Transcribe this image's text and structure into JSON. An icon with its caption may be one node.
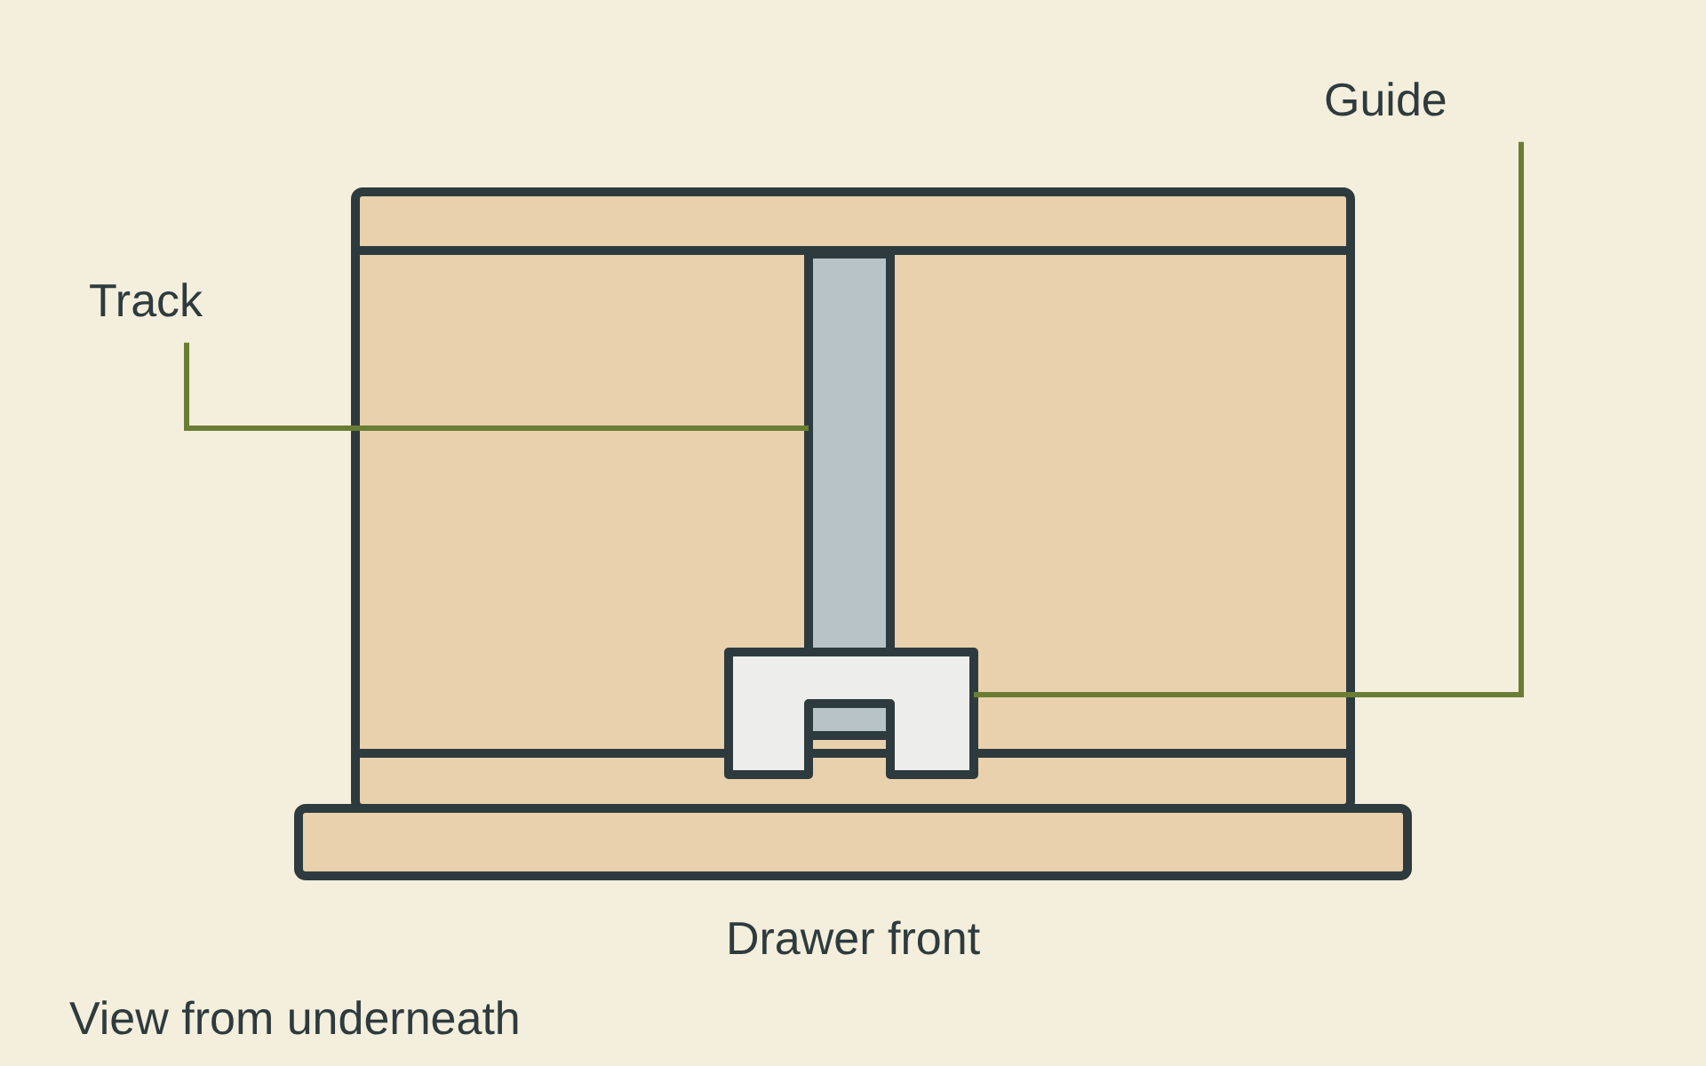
{
  "diagram": {
    "caption": "View from underneath",
    "nodes": [
      {
        "text": [
          "Guide"
        ]
      },
      {
        "text": [
          "Track"
        ]
      },
      {
        "text": [],
        "shape": "bar"
      },
      {
        "text": [],
        "shape": "box"
      }
    ],
    "edges": [
      {
        "from": 0,
        "to": 3,
        "arrow": "none"
      },
      {
        "from": 1,
        "to": 2,
        "arrow": "none"
      }
    ],
    "labels": [
      "Drawer front"
    ]
  }
}
